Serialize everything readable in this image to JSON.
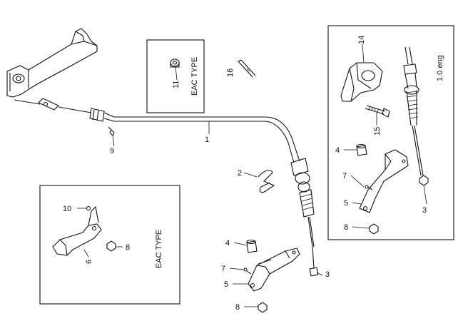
{
  "parts": {
    "p1": "1",
    "p2": "2",
    "p3a": "3",
    "p3b": "3",
    "p4a": "4",
    "p4b": "4",
    "p5a": "5",
    "p5b": "5",
    "p6": "6",
    "p7a": "7",
    "p7b": "7",
    "p8a": "8",
    "p8b": "8",
    "p8c": "8",
    "p9": "9",
    "p10": "10",
    "p11": "11",
    "p14": "14",
    "p15": "15",
    "p16": "16"
  },
  "labels": {
    "eac_top": "EAC TYPE",
    "eac_left": "EAC TYPE",
    "engine": "1.0 eng"
  }
}
